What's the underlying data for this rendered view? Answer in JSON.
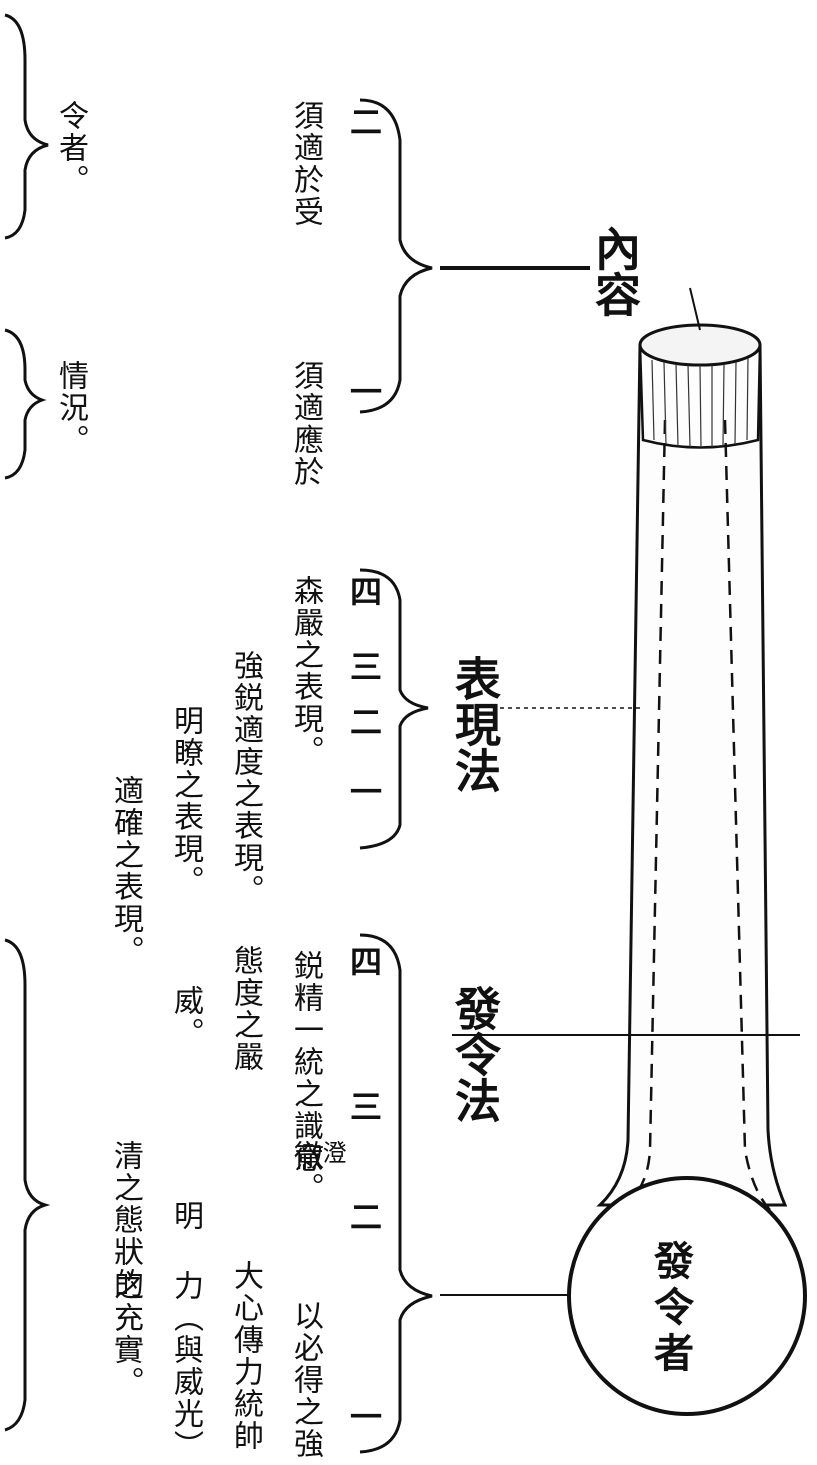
{
  "nodes": {
    "center": "發令者",
    "method_a": "發令法",
    "method_b": "表現法",
    "content": "內容"
  },
  "groups": {
    "issuer": {
      "items": [
        {
          "num": "一",
          "lines": [
            "以必得之強",
            "大心傳力統帥",
            "力（與威光）",
            "之充實。"
          ]
        },
        {
          "num": "二",
          "lines": [
            "明",
            "清之態狀的",
            "徹。"
          ],
          "note": "澄"
        },
        {
          "num": "三",
          "lines": [
            "鋭精一統之識意",
            "。"
          ]
        },
        {
          "num": "四",
          "lines": [
            "態度之嚴",
            "威。"
          ]
        }
      ]
    },
    "expression": {
      "items": [
        {
          "num": "一",
          "lines": [
            "適確之表現。"
          ]
        },
        {
          "num": "二",
          "lines": [
            "明瞭之表現。"
          ]
        },
        {
          "num": "三",
          "lines": [
            "強鋭適度之表現。"
          ]
        },
        {
          "num": "四",
          "lines": [
            "森嚴之表現。"
          ]
        }
      ]
    },
    "content": {
      "items": [
        {
          "num": "一",
          "lines": [
            "須適應於",
            "情況。"
          ]
        },
        {
          "num": "二",
          "lines": [
            "須適於受",
            "令者。"
          ]
        }
      ]
    }
  }
}
